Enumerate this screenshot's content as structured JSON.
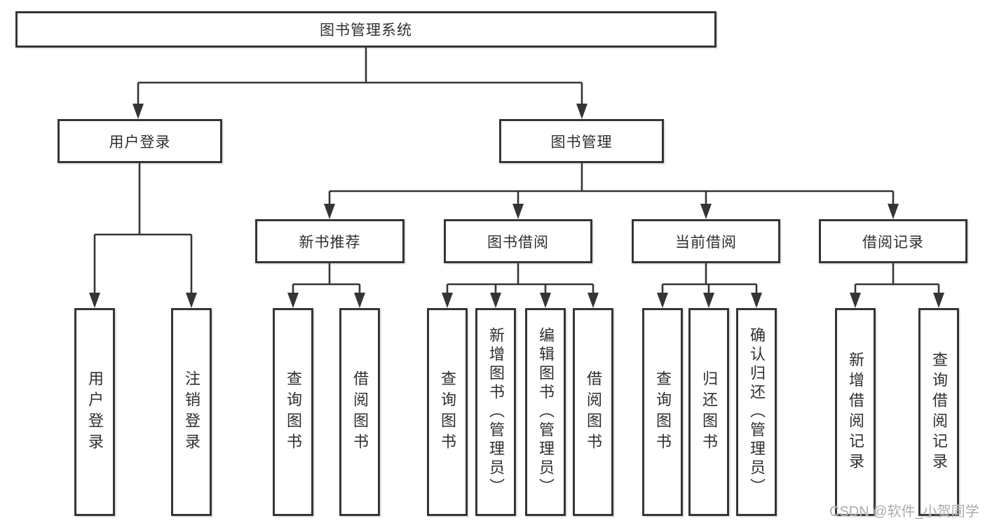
{
  "diagram": {
    "title": "图书管理系统",
    "root": {
      "label": "图书管理系统"
    },
    "level2": [
      {
        "label": "用户登录"
      },
      {
        "label": "图书管理"
      }
    ],
    "level3": [
      {
        "label": "新书推荐",
        "parent": "图书管理"
      },
      {
        "label": "图书借阅",
        "parent": "图书管理"
      },
      {
        "label": "当前借阅",
        "parent": "图书管理"
      },
      {
        "label": "借阅记录",
        "parent": "图书管理"
      }
    ],
    "leaves": [
      {
        "label": "用户登录",
        "parent": "用户登录"
      },
      {
        "label": "注销登录",
        "parent": "用户登录"
      },
      {
        "label": "查询图书",
        "parent": "新书推荐"
      },
      {
        "label": "借阅图书",
        "parent": "新书推荐"
      },
      {
        "label": "查询图书",
        "parent": "图书借阅"
      },
      {
        "label": "新增图书（管理员）",
        "parent": "图书借阅"
      },
      {
        "label": "编辑图书（管理员）",
        "parent": "图书借阅"
      },
      {
        "label": "借阅图书",
        "parent": "图书借阅"
      },
      {
        "label": "查询图书",
        "parent": "当前借阅"
      },
      {
        "label": "归还图书",
        "parent": "当前借阅"
      },
      {
        "label": "确认归还（管理员）",
        "parent": "当前借阅"
      },
      {
        "label": "新增借阅记录",
        "parent": "借阅记录"
      },
      {
        "label": "查询借阅记录",
        "parent": "借阅记录"
      }
    ]
  },
  "watermark": {
    "text": "CSDN @软件_小贺同学"
  },
  "colors": {
    "line": "#353535",
    "text": "#2f2f2f",
    "background": "#ffffff",
    "watermark": "#a8a8a8"
  }
}
